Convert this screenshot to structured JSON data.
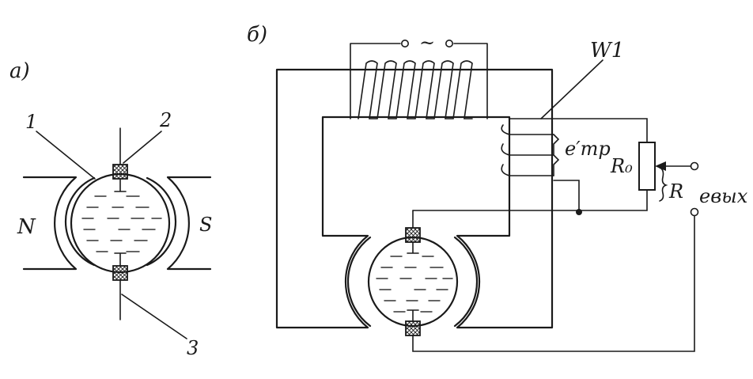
{
  "diagram_a": {
    "label": "а)",
    "callout_1": "1",
    "callout_2": "2",
    "callout_3": "3",
    "pole_north": "N",
    "pole_south": "S"
  },
  "diagram_b": {
    "label": "б)",
    "ac_source": "~",
    "winding": "W1",
    "emf_transformer": "e′тр",
    "resistor": "R₀",
    "rheostat_part": "R",
    "output_emf": "eвых"
  }
}
